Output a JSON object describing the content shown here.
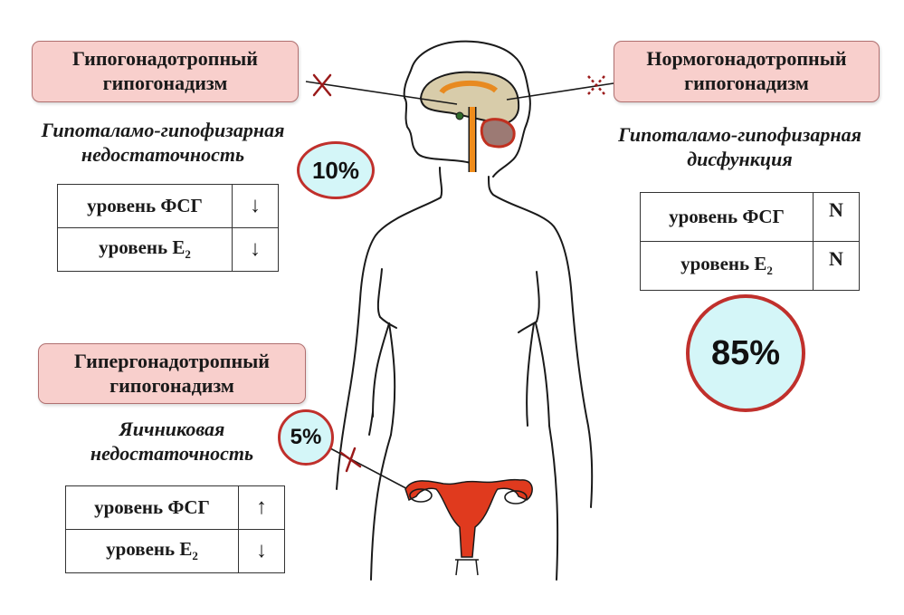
{
  "groups": {
    "hypogonadotropic": {
      "title_line1": "Гипогонадотропный",
      "title_line2": "гипогонадизм",
      "subtitle_line1": "Гипоталамо-гипофизарная",
      "subtitle_line2": "недостаточность",
      "percent": "10%",
      "marker": "blocked (×)",
      "levels": [
        {
          "label": "уровень ФСГ",
          "value": "↓"
        },
        {
          "label": "уровень E",
          "sub": "2",
          "value": "↓"
        }
      ]
    },
    "normogonadotropic": {
      "title_line1": "Нормогонадотропный",
      "title_line2": "гипогонадизм",
      "subtitle_line1": "Гипоталамо-гипофизарная",
      "subtitle_line2": "дисфункция",
      "percent": "85%",
      "marker": "dysfunction (dotted ×)",
      "levels": [
        {
          "label": "уровень ФСГ",
          "value": "N"
        },
        {
          "label": "уровень E",
          "sub": "2",
          "value": "N"
        }
      ]
    },
    "hypergonadotropic": {
      "title_line1": "Гипергонадотропный",
      "title_line2": "гипогонадизм",
      "subtitle_line1": "Яичниковая",
      "subtitle_line2": "недостаточность",
      "percent": "5%",
      "marker": "blocked (×)",
      "levels": [
        {
          "label": "уровень ФСГ",
          "value": "↑"
        },
        {
          "label": "уровень E",
          "sub": "2",
          "value": "↓"
        }
      ]
    }
  },
  "colors": {
    "label_bg": "#f8cfcc",
    "circle_fill": "#d4f6f8",
    "circle_border": "#c0302c",
    "uterus": "#e03a1e",
    "brain": "#d8ccaa"
  }
}
